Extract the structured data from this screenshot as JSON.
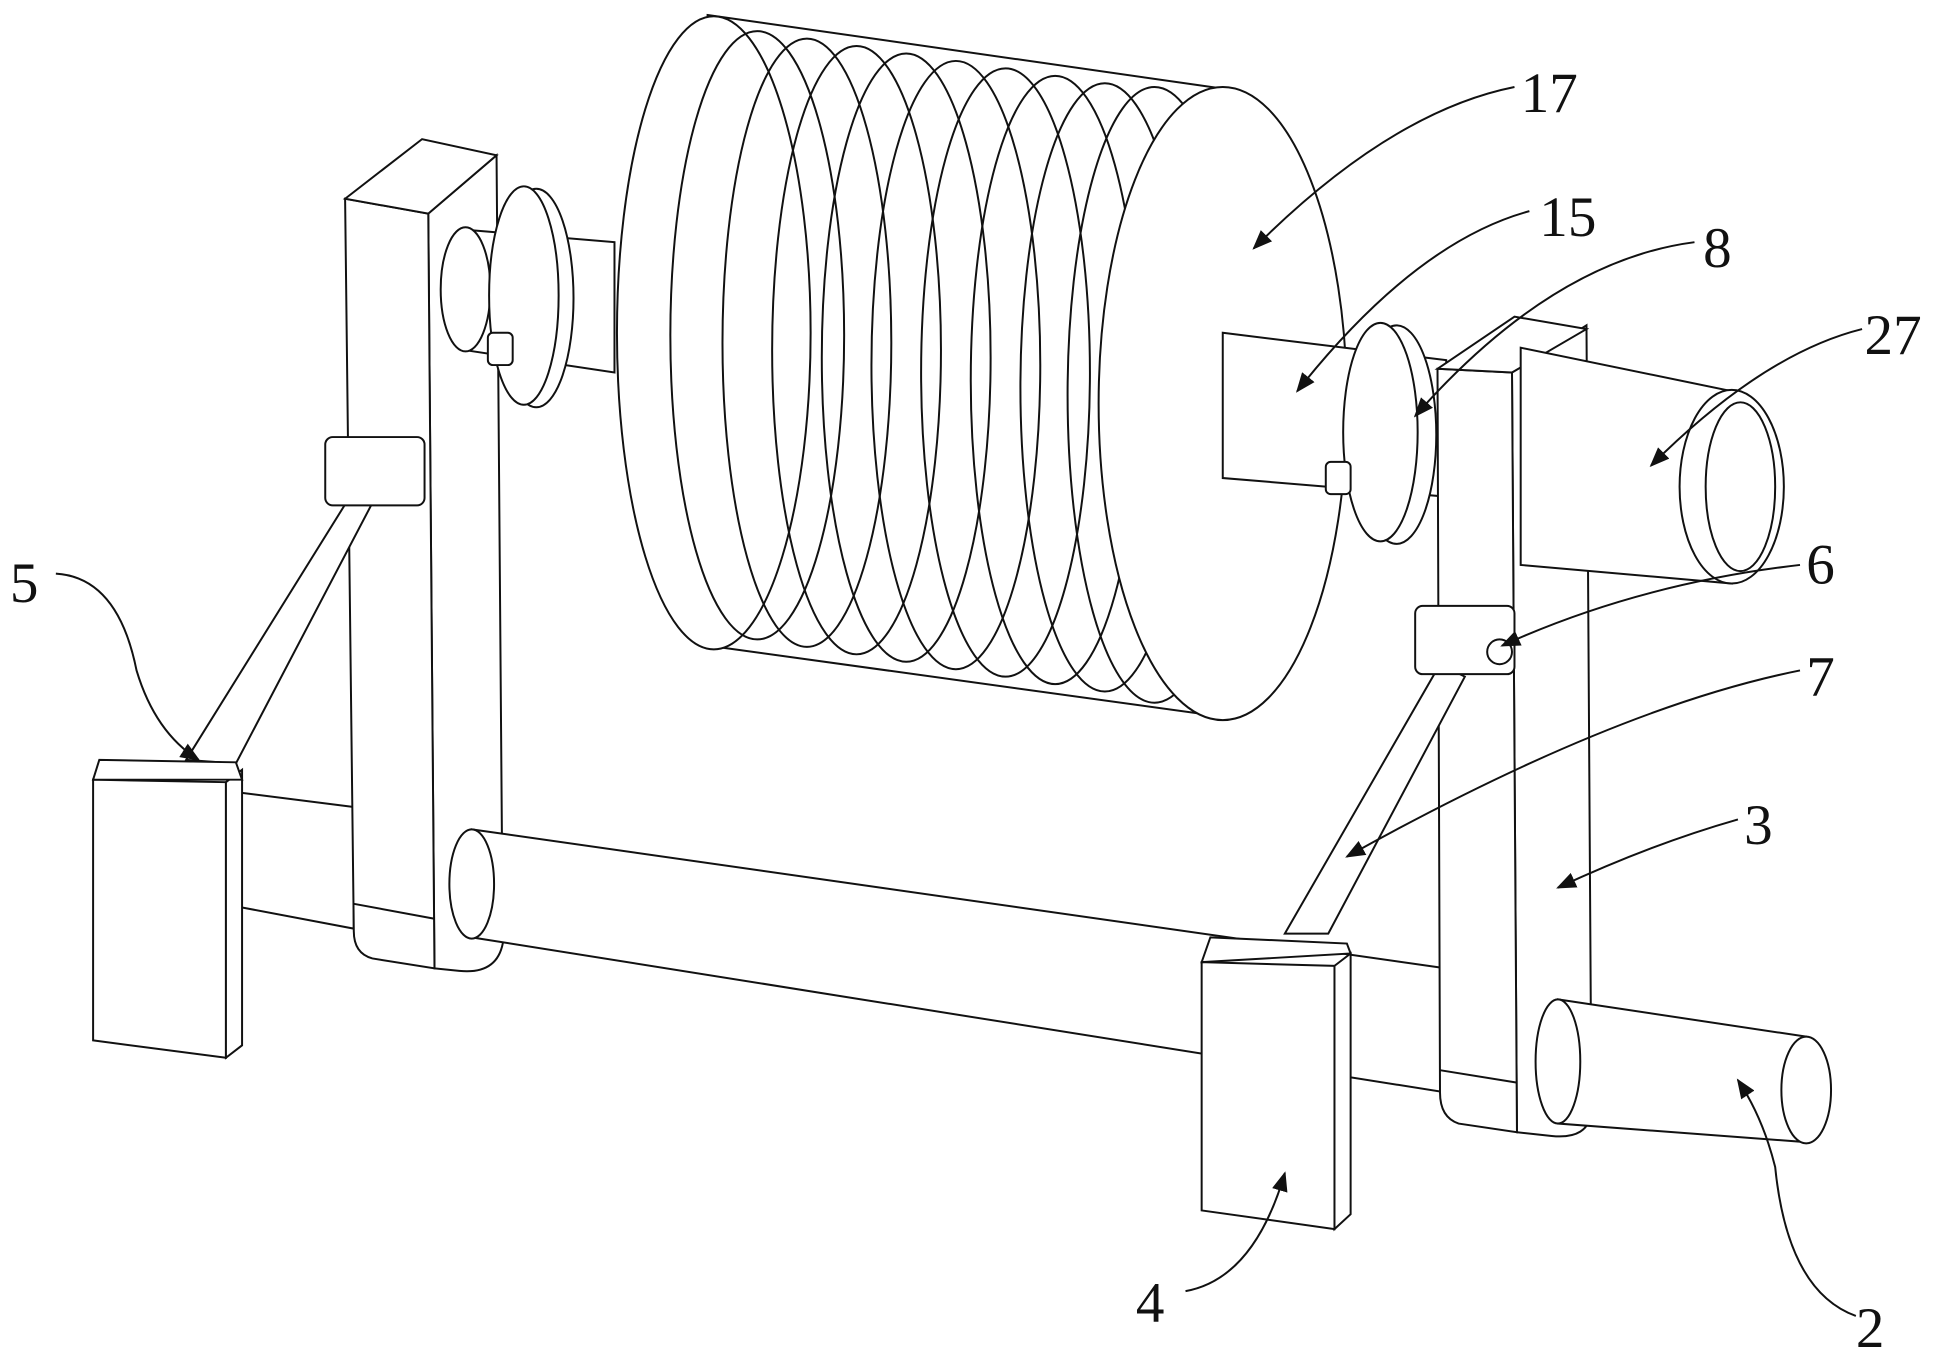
{
  "figure": {
    "labels": {
      "drum": "17",
      "shaft_collar": "15",
      "bearing_seat": "8",
      "motor": "27",
      "hinge_pin": "6",
      "strut_rod": "7",
      "support_plate": "3",
      "base_rod": "2",
      "foot_block_front": "4",
      "foot_block_left": "5"
    }
  }
}
